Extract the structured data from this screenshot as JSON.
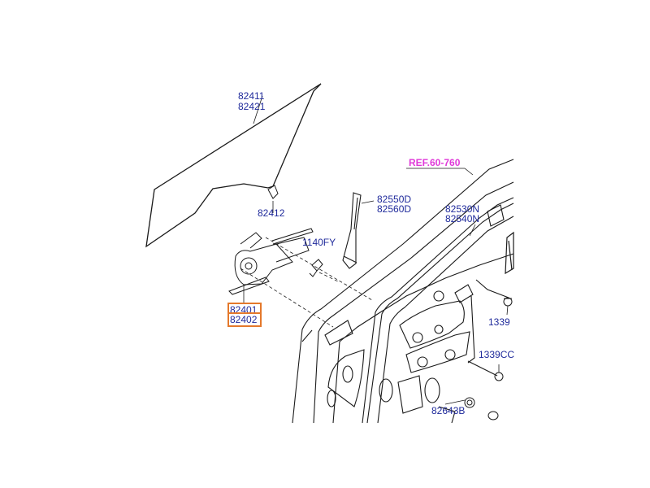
{
  "diagram": {
    "colors": {
      "label": "#1f2a9b",
      "reference": "#e03ad9",
      "highlight": "#e4782b",
      "lines": "#1a1a1a"
    },
    "labels": {
      "glass_l": "82411",
      "glass_r": "82421",
      "glass_bracket": "82412",
      "regulator_l": "82401",
      "regulator_r": "82402",
      "bolt": "1140FY",
      "channel_l": "82550D",
      "channel_r": "82560D",
      "reference": "REF.60-760",
      "weatherstrip_l": "82530N",
      "weatherstrip_r": "82540N",
      "plug_1": "1339",
      "plug_2": "1339CC",
      "plug_3": "82643B"
    }
  }
}
